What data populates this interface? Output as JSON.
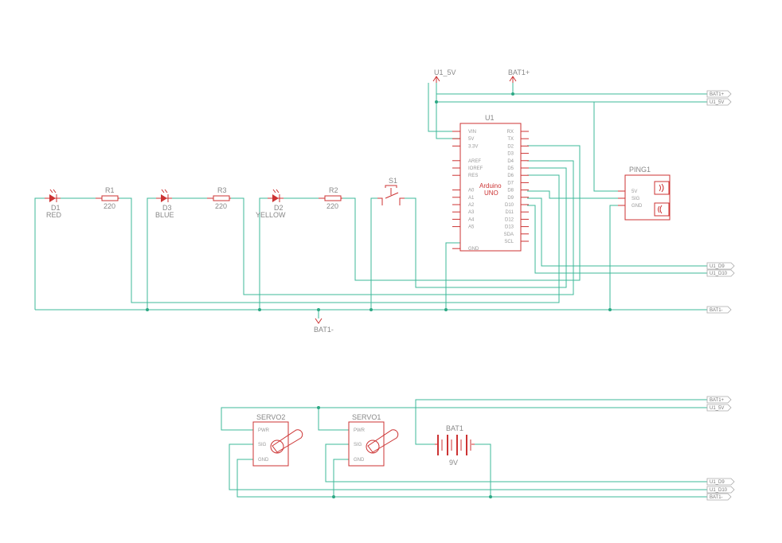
{
  "leds": [
    {
      "ref": "D1",
      "color": "RED"
    },
    {
      "ref": "D3",
      "color": "BLUE"
    },
    {
      "ref": "D2",
      "color": "YELLOW"
    }
  ],
  "resistors": [
    {
      "ref": "R1",
      "value": "220"
    },
    {
      "ref": "R3",
      "value": "220"
    },
    {
      "ref": "R2",
      "value": "220"
    }
  ],
  "switch": {
    "ref": "S1"
  },
  "arduino": {
    "ref": "U1",
    "name_line1": "Arduino",
    "name_line2": "UNO",
    "left_pins": [
      "VIN",
      "5V",
      "3.3V",
      "AREF",
      "IOREF",
      "RES",
      "A0",
      "A1",
      "A2",
      "A3",
      "A4",
      "A5",
      "GND"
    ],
    "right_pins": [
      "RX",
      "TX",
      "D2",
      "D3",
      "D4",
      "D5",
      "D6",
      "D7",
      "D8",
      "D9",
      "D10",
      "D11",
      "D12",
      "D13",
      "SDA",
      "SCL"
    ]
  },
  "ping": {
    "ref": "PING1",
    "pins": [
      "5V",
      "SIG",
      "GND"
    ]
  },
  "supplies": {
    "u1_5v": "U1_5V",
    "bat_plus": "BAT1+",
    "bat_minus": "BAT1-"
  },
  "ports": {
    "top": [
      "BAT1+",
      "U1_5V"
    ],
    "mid": [
      "U1_D9",
      "U1_D10"
    ],
    "gnd": "BAT1-",
    "bottom": [
      "BAT1+",
      "U1_5V",
      "U1_D9",
      "U1_D10",
      "BAT1-"
    ]
  },
  "servos": [
    {
      "ref": "SERVO2",
      "pins": [
        "PWR",
        "SIG",
        "GND"
      ]
    },
    {
      "ref": "SERVO1",
      "pins": [
        "PWR",
        "SIG",
        "GND"
      ]
    }
  ],
  "battery": {
    "ref": "BAT1",
    "value": "9V"
  }
}
